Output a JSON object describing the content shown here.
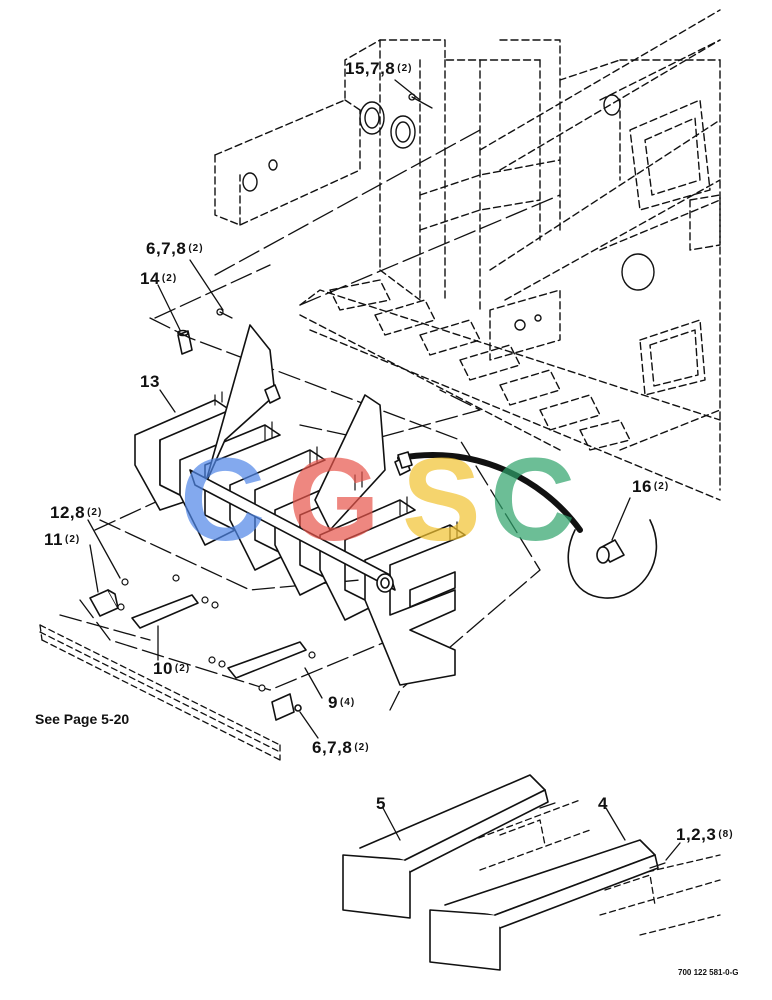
{
  "callouts": {
    "c15": {
      "num": "15,7,8",
      "qty": "(2)"
    },
    "c678_top": {
      "num": "6,7,8",
      "qty": "(2)"
    },
    "c14": {
      "num": "14",
      "qty": "(2)"
    },
    "c13": {
      "num": "13",
      "qty": ""
    },
    "c12": {
      "num": "12,8",
      "qty": "(2)"
    },
    "c11": {
      "num": "11",
      "qty": "(2)"
    },
    "c10": {
      "num": "10",
      "qty": "(2)"
    },
    "c9": {
      "num": "9",
      "qty": "(4)"
    },
    "c678_bottom": {
      "num": "6,7,8",
      "qty": "(2)"
    },
    "c16": {
      "num": "16",
      "qty": "(2)"
    },
    "c5": {
      "num": "5",
      "qty": ""
    },
    "c4": {
      "num": "4",
      "qty": ""
    },
    "c123": {
      "num": "1,2,3",
      "qty": "(8)"
    }
  },
  "see_page": "See Page 5-20",
  "drawing_number": "700 122 581-0-G",
  "watermark": {
    "letters": "CGSC",
    "colors": [
      "#4f86e8",
      "#e8554b",
      "#f2c230",
      "#2ea36b"
    ]
  }
}
